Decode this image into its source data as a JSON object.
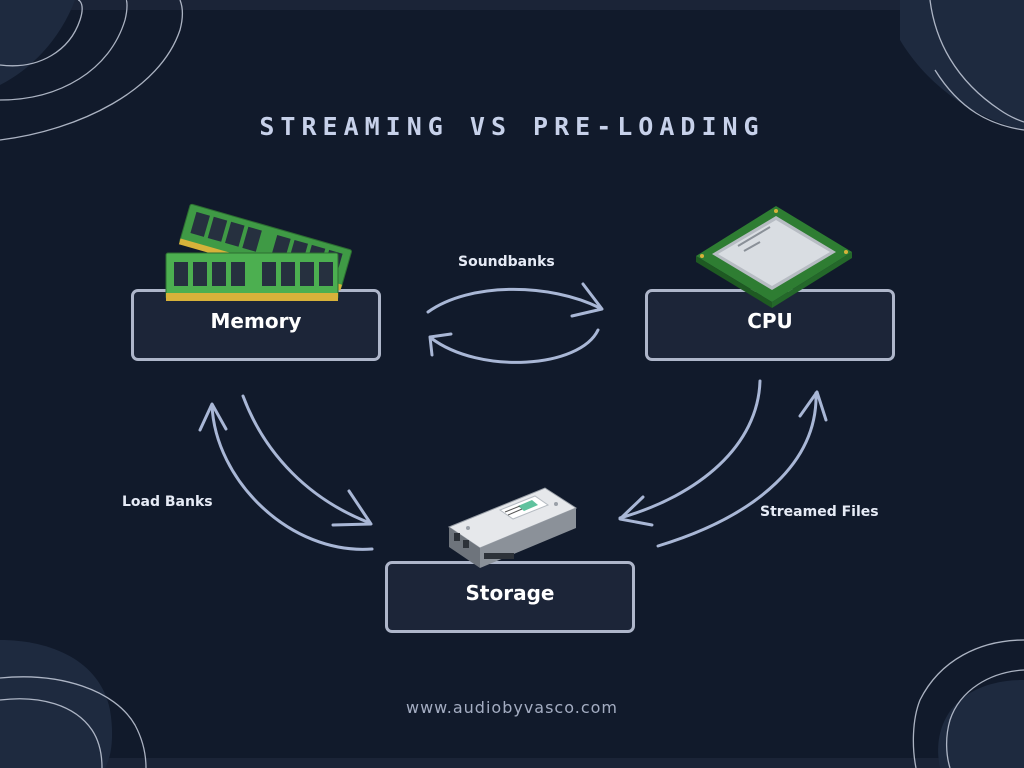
{
  "title": "STREAMING VS PRE-LOADING",
  "nodes": {
    "memory": "Memory",
    "cpu": "CPU",
    "storage": "Storage"
  },
  "edges": {
    "soundbanks": "Soundbanks",
    "load_banks": "Load Banks",
    "streamed_files": "Streamed Files"
  },
  "footer": "www.audiobyvasco.com",
  "colors": {
    "background": "#111a2b",
    "node_fill": "#1c2538",
    "node_border": "#aeb6ca",
    "arrow": "#a9b7d6",
    "title": "#c7d1ea",
    "ram_green": "#43a048",
    "chip_gold": "#d7b23a"
  },
  "icons": [
    "ram-icon",
    "cpu-chip-icon",
    "hard-drive-icon"
  ]
}
